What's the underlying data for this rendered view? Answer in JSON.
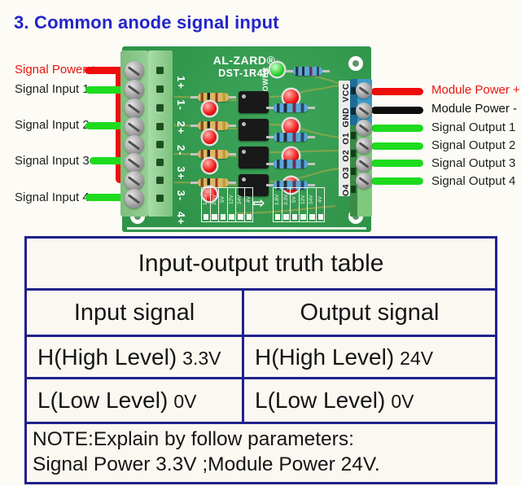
{
  "title": "3. Common anode signal input",
  "pcb": {
    "brand": "AL-ZARD®",
    "model": "DST-1R4P",
    "power_led_label": "POWER",
    "input_pin_labels": "1+ 1- 2+ 2- 3+ 3- 4+ 4-",
    "output_pin_labels": "O4 O3 O2 O1 GND VCC",
    "voltage_scale": [
      "1.8V",
      "3.3V",
      "5V",
      "12V",
      "24V",
      "4V"
    ],
    "arrow": "⇨"
  },
  "wiring": {
    "left": [
      {
        "label": "Signal Power +",
        "color": "red"
      },
      {
        "label": "Signal Input 1",
        "color": "green"
      },
      {
        "label": "Signal Input 2",
        "color": "green"
      },
      {
        "label": "Signal Input 3",
        "color": "green"
      },
      {
        "label": "Signal Input 4",
        "color": "green"
      }
    ],
    "right": [
      {
        "label": "Module Power +",
        "color": "red"
      },
      {
        "label": "Module Power -",
        "color": "black"
      },
      {
        "label": "Signal Output 1",
        "color": "green"
      },
      {
        "label": "Signal Output 2",
        "color": "green"
      },
      {
        "label": "Signal Output 3",
        "color": "green"
      },
      {
        "label": "Signal Output 4",
        "color": "green"
      }
    ]
  },
  "table": {
    "title": "Input-output truth table",
    "col_input": "Input signal",
    "col_output": "Output signal",
    "h_input_label": "H(High Level)",
    "h_input_value": "3.3V",
    "h_output_label": "H(High Level)",
    "h_output_value": "24V",
    "l_input_label": "L(Low Level)",
    "l_input_value": "0V",
    "l_output_label": "L(Low Level)",
    "l_output_value": "0V",
    "note_line1": "NOTE:Explain by follow parameters:",
    "note_line2": "Signal Power 3.3V ;Module Power  24V."
  },
  "colors": {
    "title_blue": "#2324c9",
    "label_red": "#e8150e",
    "wire_red": "#ee0c0c",
    "wire_green": "#1edb1e",
    "wire_black": "#0d0d0d",
    "table_border": "#21218c",
    "pcb_green": "#34994f"
  }
}
